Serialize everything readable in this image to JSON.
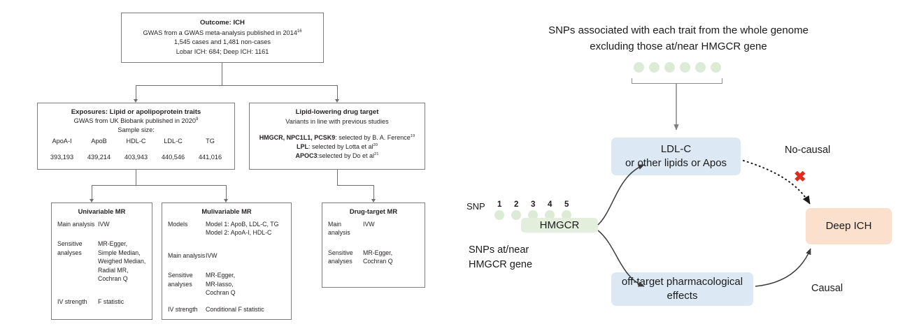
{
  "flowchart": {
    "outcome": {
      "title": "Outcome: ICH",
      "line1_pre": "GWAS from a GWAS meta-analysis published in 2014",
      "line1_sup": "16",
      "line2": "1,545 cases and 1,481 non-cases",
      "line3": "Lobar ICH: 684; Deep ICH: 1161"
    },
    "exposures": {
      "title": "Exposures: Lipid or apolipoprotein traits",
      "subtitle_pre": "GWAS from UK Biobank published in 2020",
      "subtitle_sup": "9",
      "samplesize_label": "Sample size:",
      "traits": [
        "ApoA-I",
        "ApoB",
        "HDL-C",
        "LDL-C",
        "TG"
      ],
      "sizes": [
        "393,193",
        "439,214",
        "403,943",
        "440,546",
        "441,016"
      ]
    },
    "drug_target": {
      "title": "Lipid-lowering  drug target",
      "subtitle": "Variants in line with previous studies",
      "genes": [
        {
          "bold": "HMGCR, NPC1L1, PCSK9",
          "rest": ": selected by B. A. Ference",
          "sup": "19"
        },
        {
          "bold": "LPL",
          "rest": ": selected by Lotta et al",
          "sup": "20"
        },
        {
          "bold": "APOC3",
          "rest": ":selected by Do et al",
          "sup": "21"
        }
      ]
    },
    "univariable": {
      "title": "Univariable MR",
      "main_label": "Main analysis",
      "main_value": "IVW",
      "sensitive_label_1": "Sensitive",
      "sensitive_label_2": "analyses",
      "sensitive_values": [
        "MR-Egger,",
        "Simple Median,",
        "Weighed Median,",
        "Radial MR,",
        "Cochran Q"
      ],
      "iv_label": "IV strength",
      "iv_value": "F statistic"
    },
    "multivariable": {
      "title": "Mulivariable MR",
      "models_label": "Models",
      "models": [
        "Model 1: ApoB, LDL-C, TG",
        "Model 2: ApoA-I, HDL-C"
      ],
      "main_label": "Main analysis",
      "main_value": "IVW",
      "sensitive_label_1": "Sensitive",
      "sensitive_label_2": "analyses",
      "sensitive_values": [
        "MR-Egger,",
        "MR-lasso,",
        "Cochran Q"
      ],
      "iv_label": "IV strength",
      "iv_value": "Conditional F statistic"
    },
    "drug_target_mr": {
      "title": "Drug-target MR",
      "main_label_1": "Main",
      "main_label_2": "analysis",
      "main_value": "IVW",
      "sensitive_label_1": "Sensitive",
      "sensitive_label_2": "analyses",
      "sensitive_values": [
        "MR-Egger,",
        "Cochran Q"
      ]
    }
  },
  "concept": {
    "title_line1": "SNPs associated with each trait from the whole genome",
    "title_line2": "excluding those at/near HMGCR gene",
    "snp_label": "SNP",
    "snp_numbers": [
      "1",
      "2",
      "3",
      "4",
      "5"
    ],
    "hmgcr_label": "HMGCR",
    "snp_caption_line1": "SNPs at/near",
    "snp_caption_line2": "HMGCR gene",
    "ldl_box_line1": "LDL-C",
    "ldl_box_line2": "or other lipids or Apos",
    "offtarget_line1": "off-target pharmacological",
    "offtarget_line2": "effects",
    "outcome_box": "Deep ICH",
    "label_nocausal": "No-causal",
    "label_causal": "Causal",
    "cross_marker": "✖",
    "colors": {
      "gene_green": "#dcebd6",
      "lipid_blue": "#dce9f5",
      "outcome_peach": "#fbe0cd",
      "cross_red": "#e02b20",
      "connector_gray": "#6e6e6e"
    }
  }
}
